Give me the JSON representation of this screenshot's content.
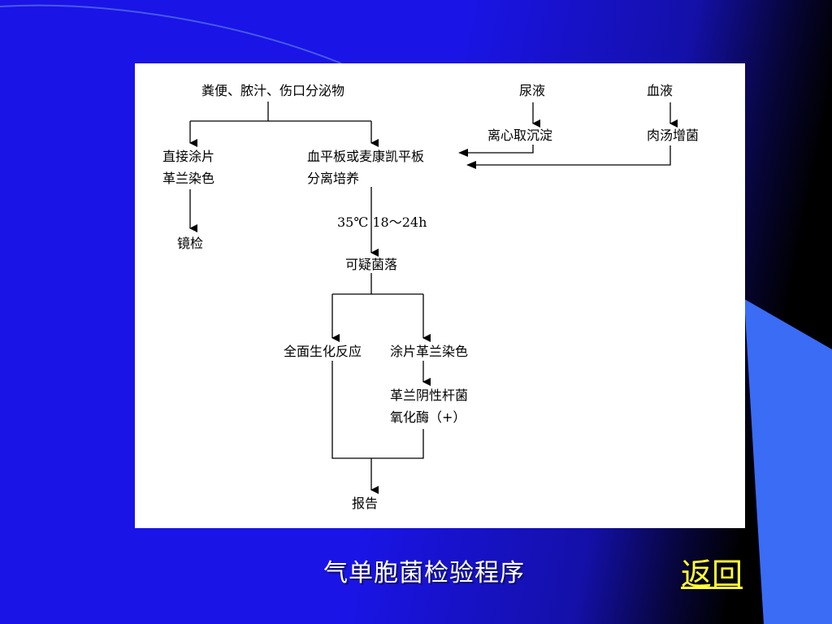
{
  "colors": {
    "background_blue": "#1d16e8",
    "corner_dark": "#000000",
    "accent_blue": "#3a6cf5",
    "panel": "#ffffff",
    "caption_text": "#ffffff",
    "link_text": "#ffff33"
  },
  "diagram": {
    "nodes": {
      "specimen_stool_pus": "粪便、脓汁、伤口分泌物",
      "specimen_urine": "尿液",
      "specimen_blood": "血液",
      "centrifuge": "离心取沉淀",
      "broth_enrichment": "肉汤增菌",
      "direct_smear_line1": "直接涂片",
      "direct_smear_line2": "革兰染色",
      "plate_line1": "血平板或麦康凯平板",
      "plate_line2": "分离培养",
      "microscopy": "镜检",
      "incubation": "35℃ 18～24h",
      "suspicious_colony": "可疑菌落",
      "biochem": "全面生化反应",
      "smear_gram": "涂片革兰染色",
      "gram_neg_line1": "革兰阴性杆菌",
      "gram_neg_line2": "氧化酶（+）",
      "report": "报告"
    }
  },
  "caption": "气单胞菌检验程序",
  "back_link": "返回"
}
